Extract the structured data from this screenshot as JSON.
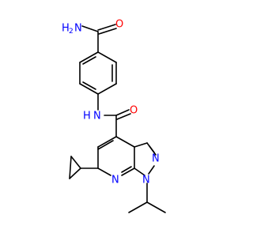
{
  "diagram": {
    "labels": {
      "amide_o_top": "O",
      "amide_nh2": "H",
      "amide_nh2_n": "N",
      "amide_nh2_sub": "2",
      "nh_n": "N",
      "nh_h": "H",
      "carbonyl_o": "O",
      "pyrazole_n2": "N",
      "pyridine_n": "N",
      "pyrazole_n1": "N"
    },
    "colors": {
      "bond": "#000000",
      "nitrogen": "#0000ff",
      "oxygen": "#ff0000"
    }
  }
}
